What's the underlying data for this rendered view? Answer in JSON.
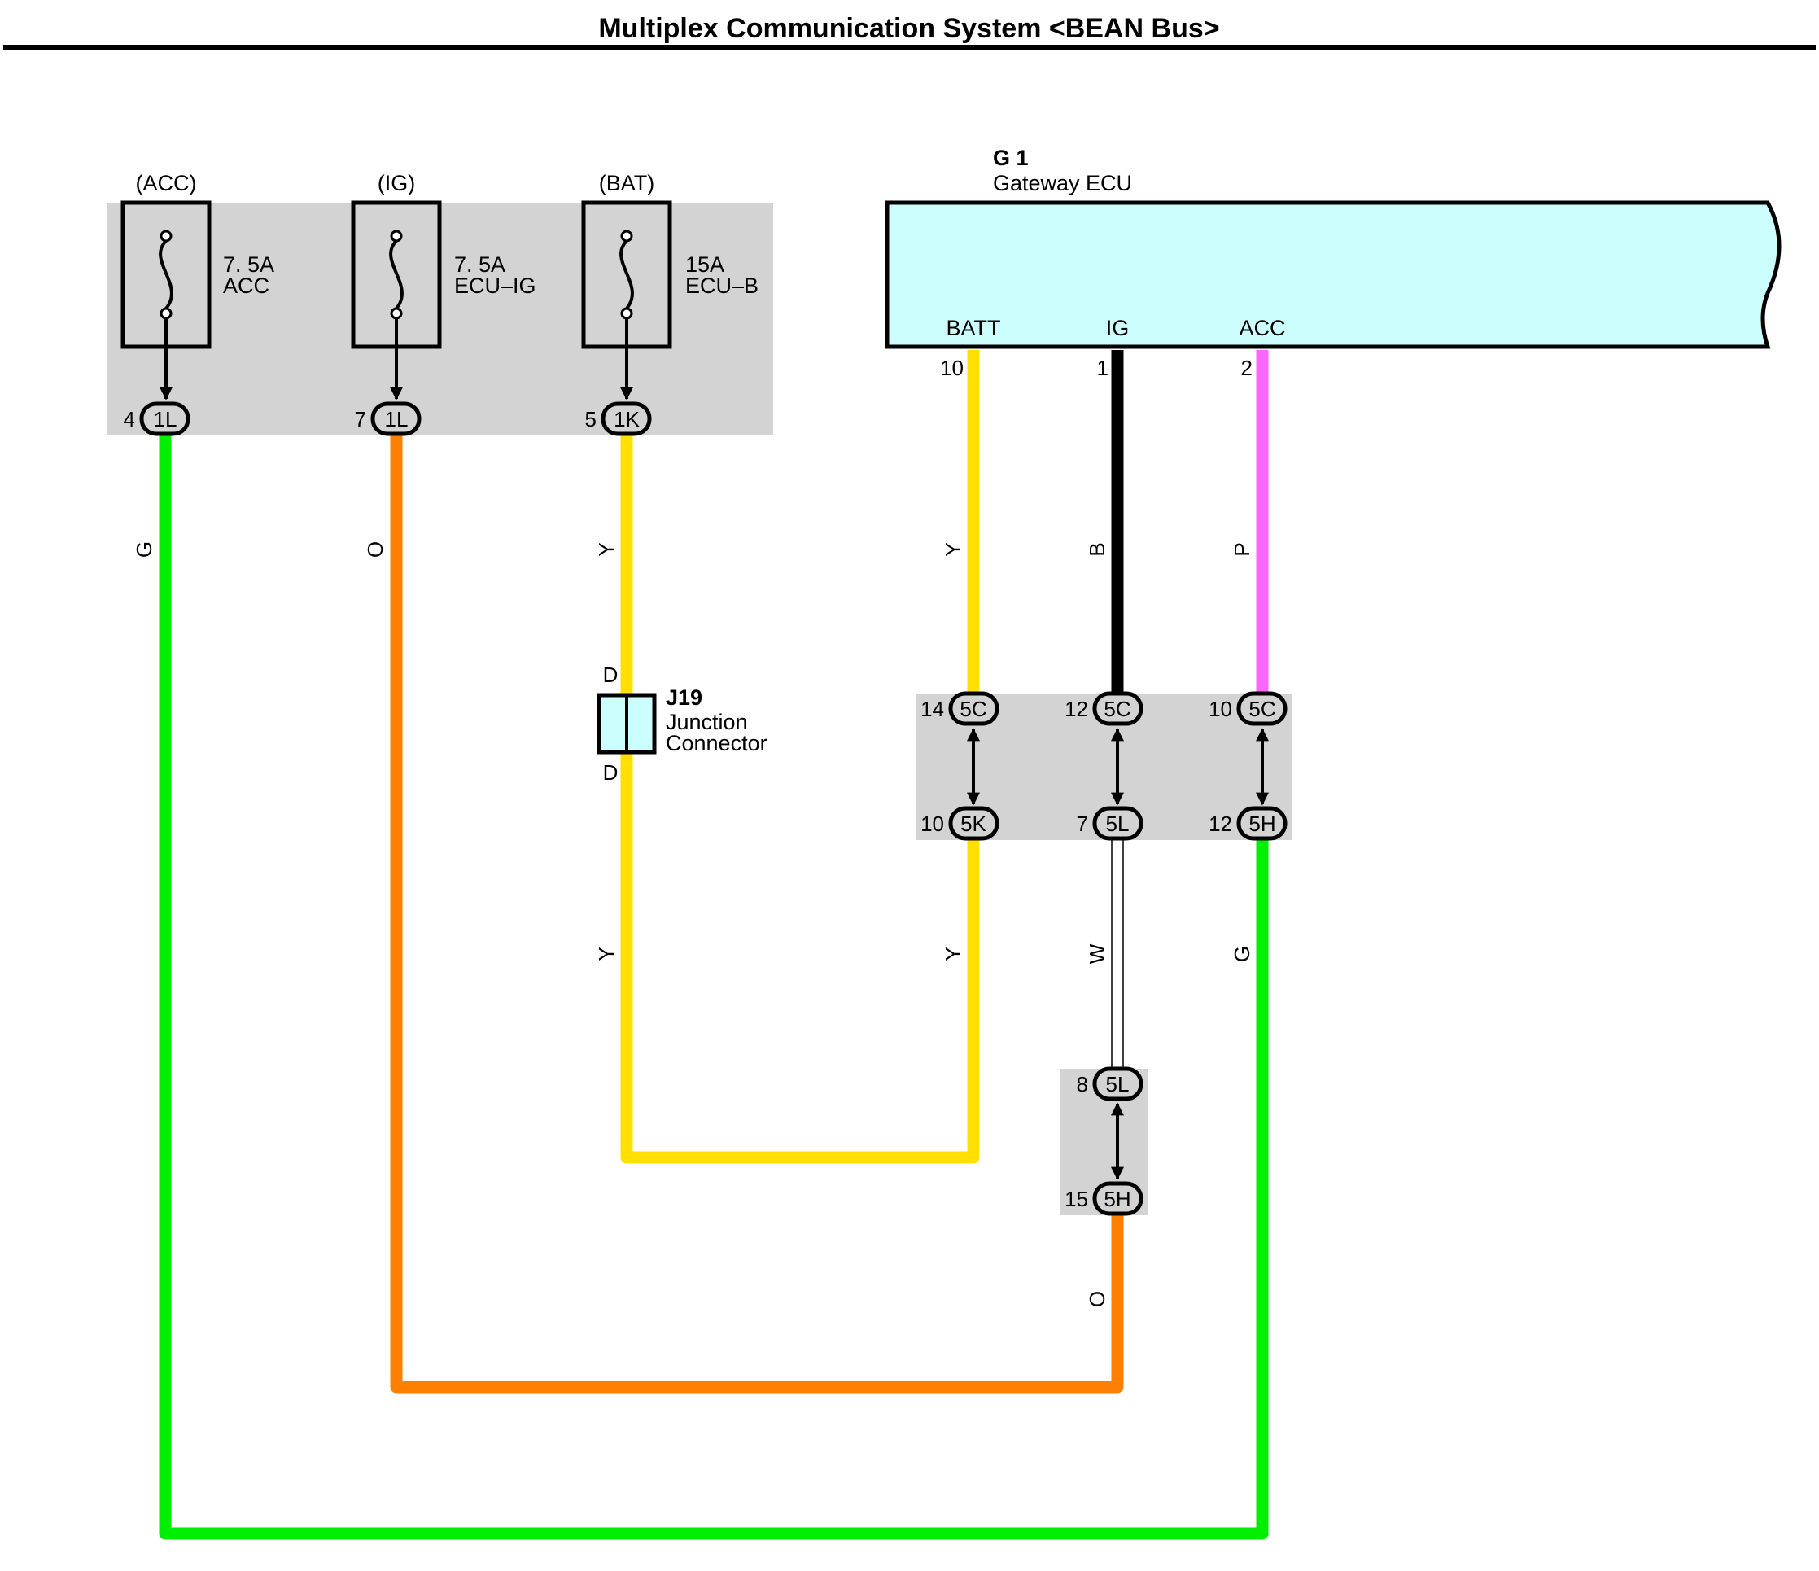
{
  "title": "Multiplex Communication System <BEAN Bus>",
  "colors": {
    "panel_gray": "#d3d3d3",
    "ecu_fill": "#ccfefe",
    "wire_G": "#00ee00",
    "wire_O": "#ff8000",
    "wire_Y": "#ffe000",
    "wire_B": "#000000",
    "wire_P": "#ff66ff",
    "wire_W": "#ffffff"
  },
  "fuses": {
    "acc": {
      "circuit": "(ACC)",
      "rating": "7. 5A",
      "name": "ACC",
      "pin": "4",
      "conn": "1L"
    },
    "ig": {
      "circuit": "(IG)",
      "rating": "7. 5A",
      "name": "ECU–IG",
      "pin": "7",
      "conn": "1L"
    },
    "bat": {
      "circuit": "(BAT)",
      "rating": "15A",
      "name": "ECU–B",
      "pin": "5",
      "conn": "1K"
    }
  },
  "ecu": {
    "id": "G 1",
    "name": "Gateway ECU",
    "terminals": {
      "batt": {
        "label": "BATT",
        "pin": "10"
      },
      "ig": {
        "label": "IG",
        "pin": "1"
      },
      "acc": {
        "label": "ACC",
        "pin": "2"
      }
    }
  },
  "junction": {
    "id": "J19",
    "line1": "Junction",
    "line2": "Connector",
    "top_pin": "D",
    "bottom_pin": "D"
  },
  "junction_block": {
    "c1": {
      "top_pin": "14",
      "top_conn": "5C",
      "bottom_pin": "10",
      "bottom_conn": "5K"
    },
    "c2": {
      "top_pin": "12",
      "top_conn": "5C",
      "bottom_pin": "7",
      "bottom_conn": "5L"
    },
    "c3": {
      "top_pin": "10",
      "top_conn": "5C",
      "bottom_pin": "12",
      "bottom_conn": "5H"
    }
  },
  "small_block": {
    "top_pin": "8",
    "top_conn": "5L",
    "bottom_pin": "15",
    "bottom_conn": "5H"
  },
  "wire_labels": {
    "acc_wire": "G",
    "ig_wire": "O",
    "bat_wire_upper": "Y",
    "bat_wire_lower": "Y",
    "ecu_batt_upper": "Y",
    "ecu_batt_lower": "Y",
    "ecu_ig_upper": "B",
    "ecu_ig_lower": "W",
    "ecu_acc_upper": "P",
    "ecu_acc_lower": "G",
    "small_block_out": "O"
  }
}
